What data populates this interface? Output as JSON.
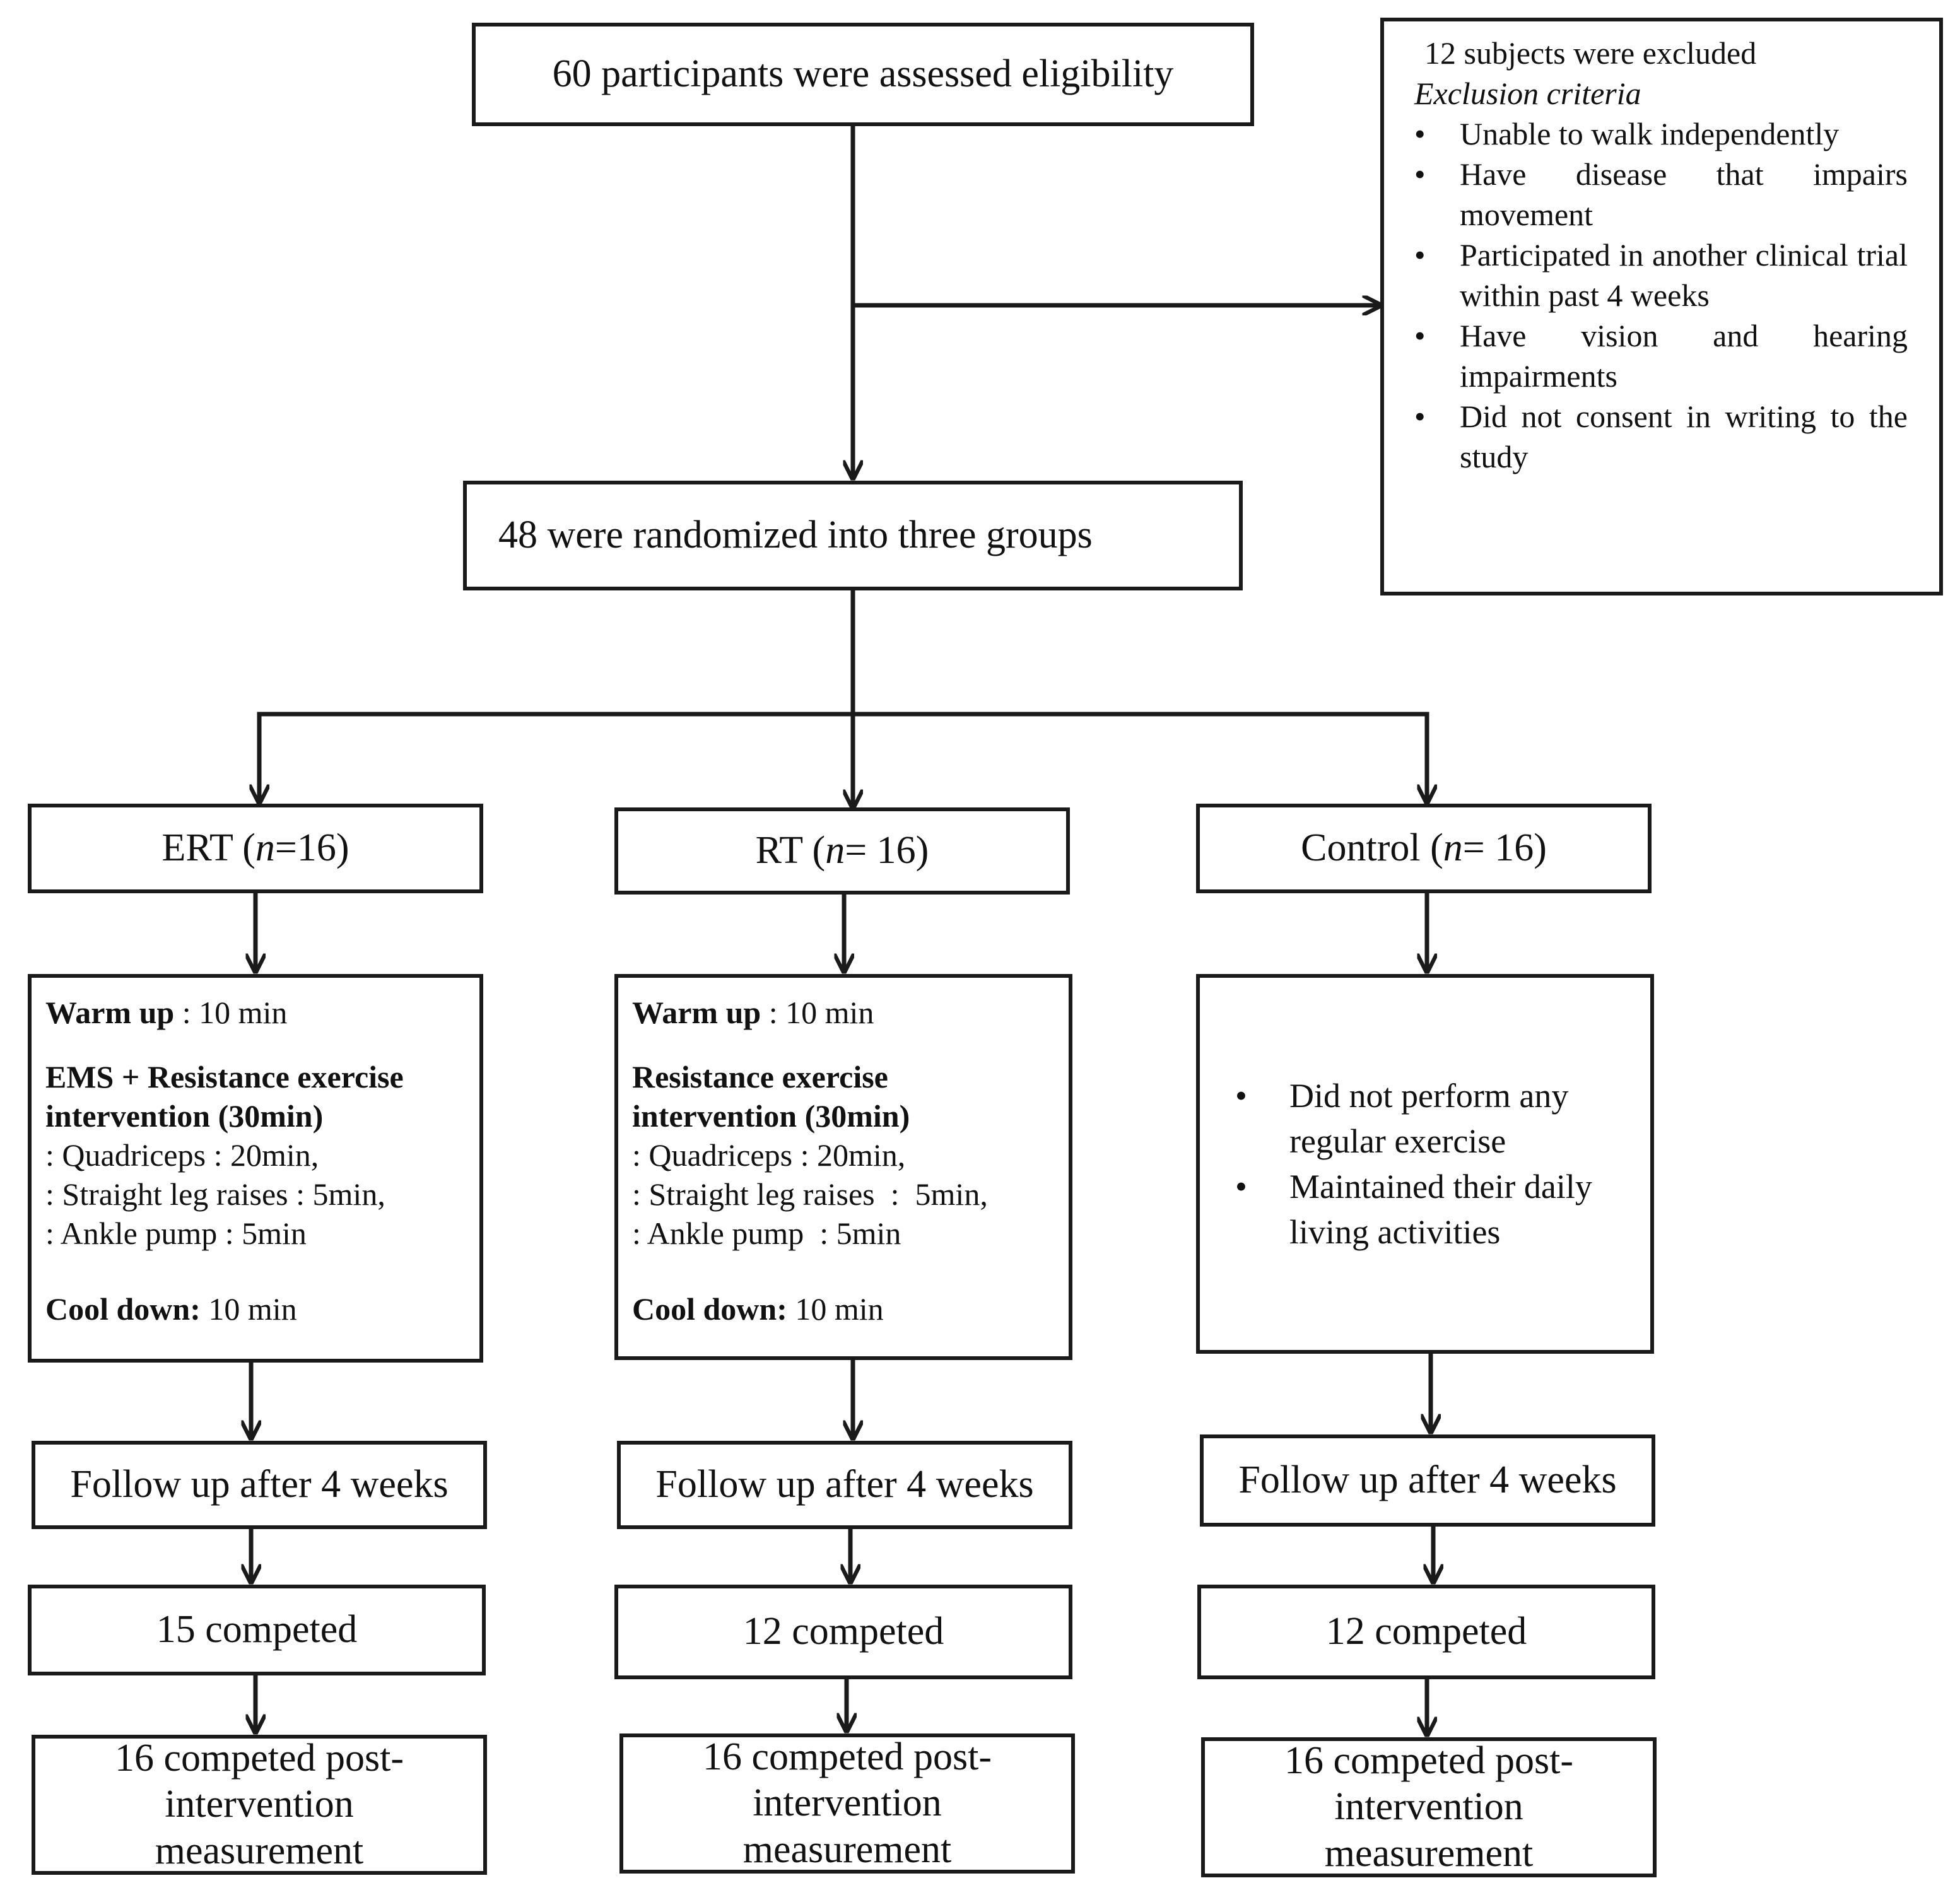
{
  "top_box": "60 participants were assessed eligibility",
  "randomized_box": "48 were randomized into three groups",
  "exclusion": {
    "title": "12 subjects were excluded",
    "subtitle": "Exclusion criteria",
    "items": [
      "Unable to walk independently",
      "Have disease that impairs movement",
      "Participated in another clinical trial within past 4 weeks",
      "Have vision and hearing impairments",
      "Did not consent in writing to the study"
    ]
  },
  "groups": [
    {
      "name_prefix": "ERT (",
      "n_label": "n",
      "n_value": "=16)",
      "warmup_label": "Warm up",
      "warmup_value": " : 10 min",
      "intervention_title": "EMS + Resistance exercise intervention (30min)",
      "steps": [
        ": Quadriceps : 20min,",
        ": Straight leg raises : 5min,",
        ": Ankle pump : 5min"
      ],
      "cooldown_label": "Cool down:",
      "cooldown_value": " 10 min",
      "followup": "Follow up after 4 weeks",
      "completed": "15 competed",
      "post": "16 competed post-intervention measurement"
    },
    {
      "name_prefix": "RT (",
      "n_label": "n",
      "n_value": "= 16)",
      "warmup_label": "Warm up",
      "warmup_value": " : 10 min",
      "intervention_title": "Resistance exercise intervention (30min)",
      "steps": [
        ": Quadriceps : 20min,",
        ": Straight leg raises  :  5min,",
        ": Ankle pump  : 5min"
      ],
      "cooldown_label": "Cool down:",
      "cooldown_value": " 10 min",
      "followup": "Follow up after 4 weeks",
      "completed": "12 competed",
      "post": "16 competed post-intervention measurement"
    },
    {
      "name_prefix": "Control (",
      "n_label": "n",
      "n_value": "= 16)",
      "control_items": [
        "Did not perform any regular exercise",
        "Maintained their daily living activities"
      ],
      "followup": "Follow up after 4 weeks",
      "completed": "12 competed",
      "post": "16 competed post-intervention measurement"
    }
  ]
}
